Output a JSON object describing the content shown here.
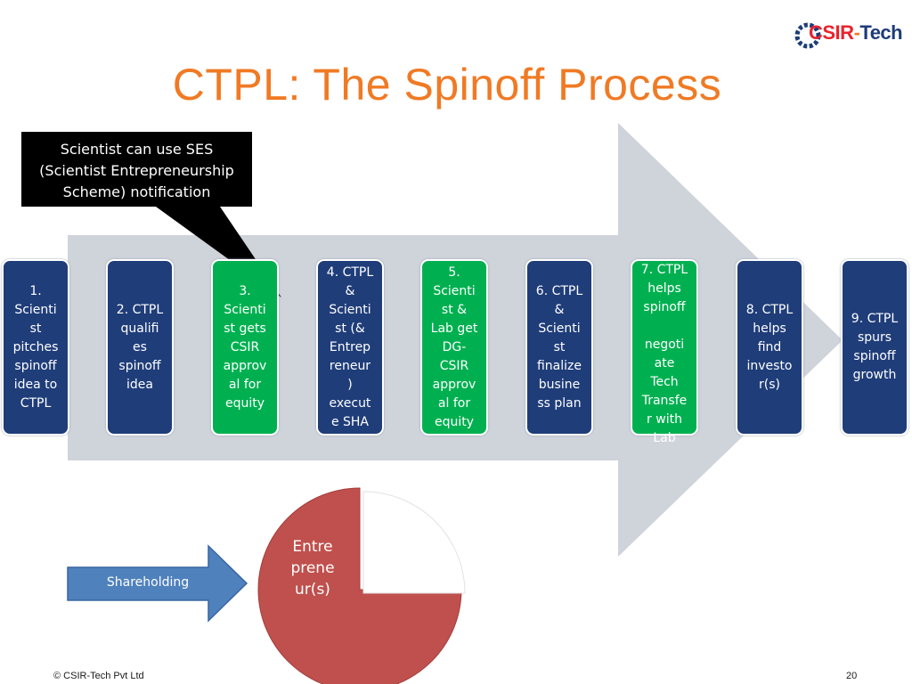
{
  "slide": {
    "title": "CTPL: The Spinoff Process",
    "logo": {
      "csir": "CSIR",
      "dash": "-",
      "tech": "Tech"
    },
    "callout": "Scientist can use SES\n(Scientist Entrepreneurship\nScheme) notification",
    "shareholding_label": "Shareholding",
    "pie_label": "Entre\nprene\nur(s)",
    "footer": "© CSIR-Tech Pvt Ltd",
    "page_number": "20"
  },
  "steps": [
    {
      "text": "1.\nScienti\nst\npitches\nspinoff\nidea to\nCTPL",
      "color": "navy"
    },
    {
      "text": "2. CTPL\nqualifi\nes\nspinoff\nidea",
      "color": "navy"
    },
    {
      "text": "3.\nScienti\nst gets\nCSIR\napprov\nal for\nequity",
      "color": "green"
    },
    {
      "text": "4. CTPL\n&\nScienti\nst (&\nEntrep\nreneur\n)\nexecut\ne SHA",
      "color": "navy"
    },
    {
      "text": "5.\nScienti\nst &\nLab get\nDG-\nCSIR\napprov\nal for\nequity",
      "color": "green"
    },
    {
      "text": "6. CTPL\n&\nScienti\nst\nfinalize\nbusine\nss plan",
      "color": "navy"
    },
    {
      "text": "7. CTPL\nhelps\nspinoff\n\nnegoti\nate\nTech\nTransfe\nr with\nLab",
      "color": "green"
    },
    {
      "text": "8. CTPL\nhelps\nfind\ninvesto\nr(s)",
      "color": "navy"
    },
    {
      "text": "9. CTPL\nspurs\nspinoff\ngrowth",
      "color": "navy"
    }
  ],
  "colors": {
    "title": "#f07a24",
    "navy_box": "#1f3d79",
    "green_box": "#00b050",
    "big_arrow": "#cfd3da",
    "shareholding_arrow": "#4f81bd",
    "pie": "#c0504d"
  }
}
